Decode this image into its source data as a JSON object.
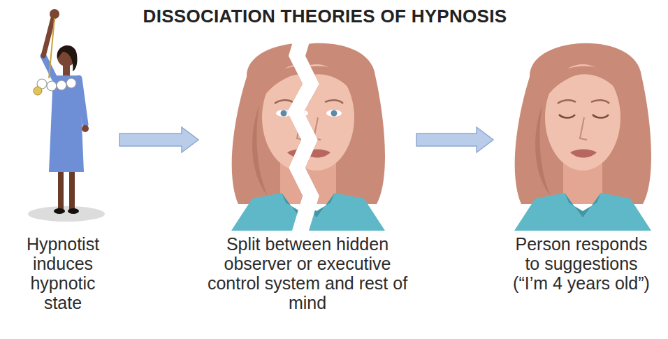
{
  "diagram": {
    "title": "DISSOCIATION THEORIES OF HYPNOSIS",
    "nodes": [
      {
        "text": [
          "Hypnotist induces hypnotic state"
        ]
      },
      {
        "text": [
          "Split between hidden observer or executive control system and rest of mind"
        ]
      },
      {
        "text": [
          "Person responds to suggestions (“I’m 4 years old”)"
        ]
      }
    ],
    "edges": [
      {
        "from": 0,
        "to": 1,
        "arrow": "to"
      },
      {
        "from": 1,
        "to": 2,
        "arrow": "to"
      }
    ]
  }
}
